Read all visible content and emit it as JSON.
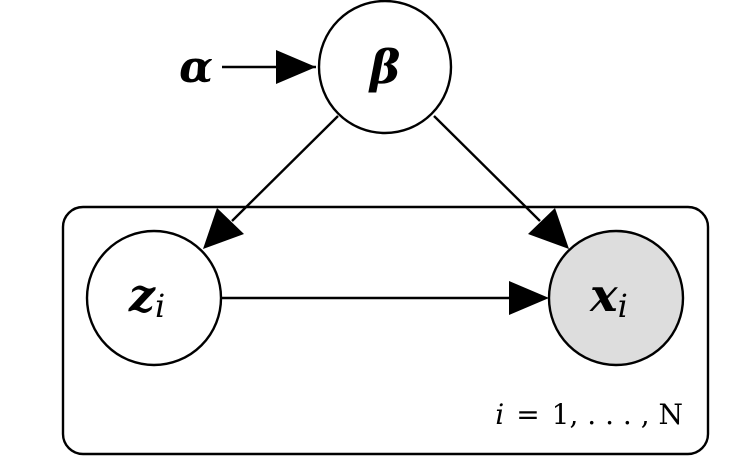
{
  "nodes": {
    "alpha": {
      "symbol": "α"
    },
    "beta": {
      "symbol": "β"
    },
    "z": {
      "symbol": "z",
      "subscript": "i"
    },
    "x": {
      "symbol": "x",
      "subscript": "i",
      "observed": true
    }
  },
  "plate": {
    "index": "i",
    "equals": "=",
    "range": "1, . . . , N"
  },
  "edges": [
    {
      "from": "alpha",
      "to": "beta"
    },
    {
      "from": "beta",
      "to": "z"
    },
    {
      "from": "beta",
      "to": "x"
    },
    {
      "from": "z",
      "to": "x"
    }
  ],
  "colors": {
    "stroke": "#000000",
    "node_fill": "#ffffff",
    "observed_fill": "#dddddd"
  }
}
